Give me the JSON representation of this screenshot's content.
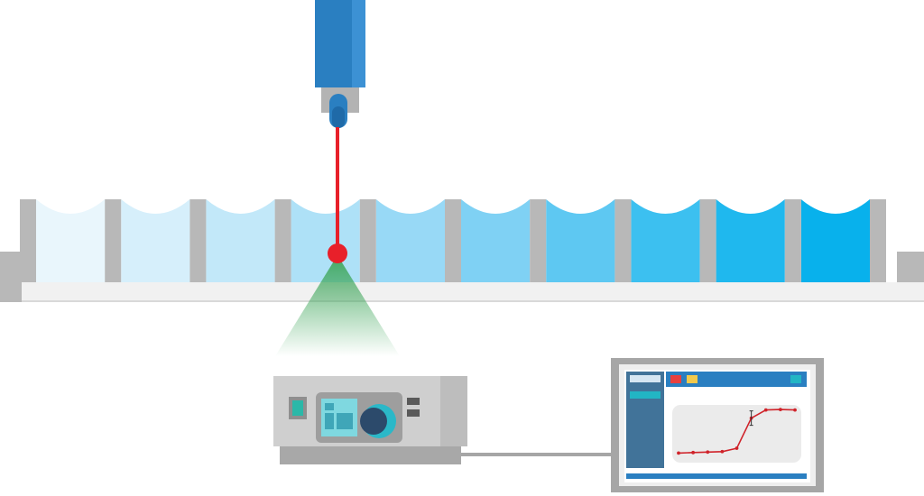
{
  "scene": {
    "background": "#ffffff",
    "laser_color": "#e8202a",
    "well_fill_colors": [
      "#e9f6fc",
      "#d6effb",
      "#c2e8f9",
      "#aee1f7",
      "#98d9f6",
      "#7fd1f4",
      "#5ec8f2",
      "#3cc0f0",
      "#1fb8ee",
      "#08b1ec"
    ],
    "well_count": 10,
    "wall_color": "#b8b8b8",
    "camera_color": "#2a7fc1",
    "detector_cone_color": "#3ea65a",
    "monitor": {
      "frame_color": "#a6a6a6",
      "sidebar_color": "#417399",
      "header_color": "#2a7fc1",
      "indicator_colors": [
        "#e8403f",
        "#f2c94c",
        "#22b5c4"
      ],
      "curve_color": "#d0232a"
    },
    "plot": {
      "type": "line",
      "values": [
        0.05,
        0.06,
        0.07,
        0.08,
        0.15,
        0.78,
        0.95,
        0.96,
        0.95
      ]
    }
  }
}
